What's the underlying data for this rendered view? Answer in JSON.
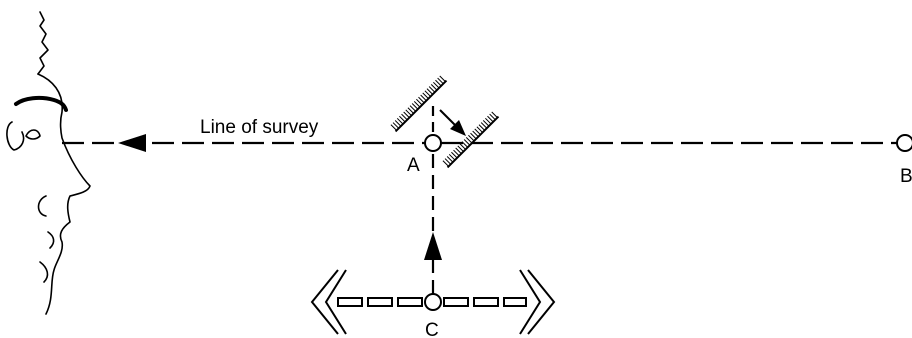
{
  "labels": {
    "line_of_survey": "Line of survey",
    "point_a": "A",
    "point_b": "B",
    "point_c": "C"
  },
  "colors": {
    "ink": "#000000",
    "background": "#ffffff"
  }
}
